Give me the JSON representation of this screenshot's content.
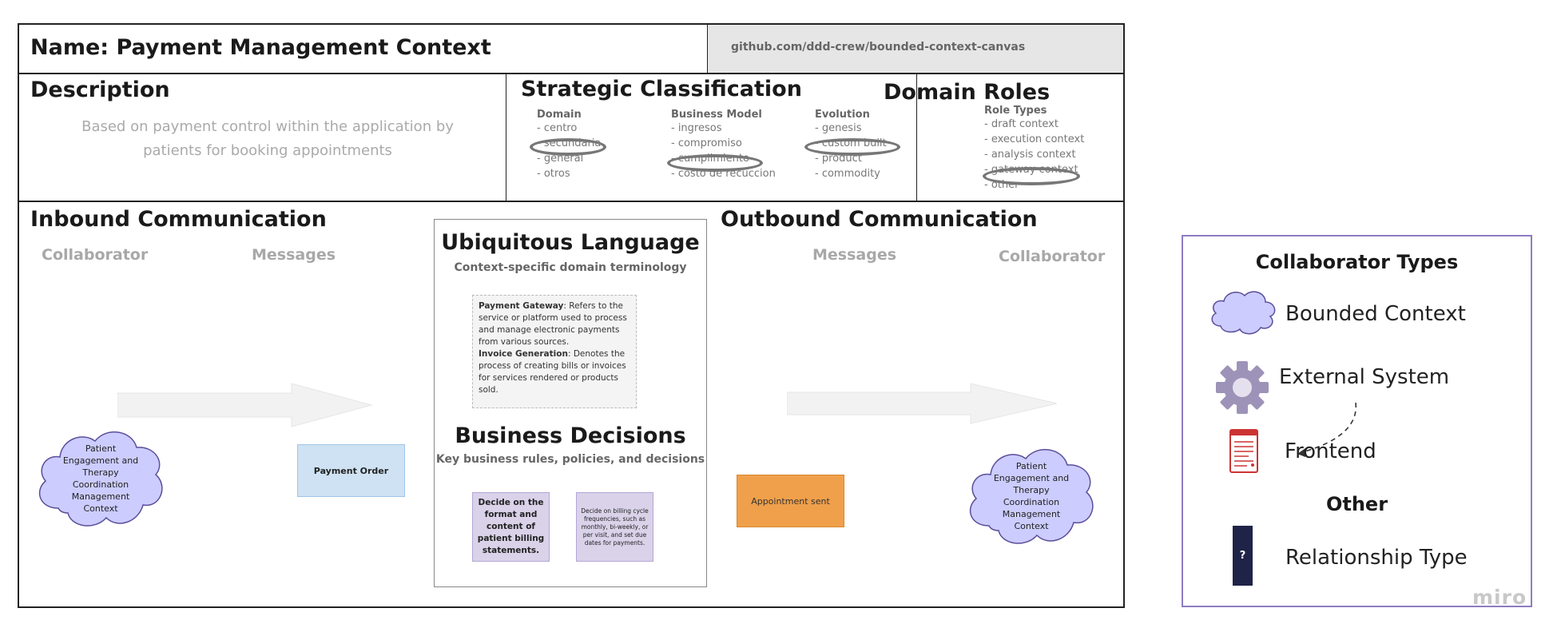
{
  "header": {
    "name_title": "Name: Payment Management Context",
    "github_link": "github.com/ddd-crew/bounded-context-canvas"
  },
  "description": {
    "title": "Description",
    "text": "Based on payment control within the application by patients for booking appointments"
  },
  "strategic": {
    "title": "Strategic Classification",
    "domain": {
      "head": "Domain",
      "items": [
        "- centro",
        "- secundaria",
        "- general",
        "- otros"
      ],
      "selected": "- secundaria"
    },
    "business_model": {
      "head": "Business Model",
      "items": [
        "- ingresos",
        "- compromiso",
        "- cumplimiento",
        "- costo de recuccion"
      ],
      "selected": "- cumplimiento"
    },
    "evolution": {
      "head": "Evolution",
      "items": [
        "- genesis",
        "- custom built",
        "- product",
        "- commodity"
      ],
      "selected": "- custom built"
    }
  },
  "domain_roles": {
    "title": "Domain Roles",
    "head": "Role Types",
    "items": [
      "- draft context",
      "- execution context",
      "- analysis context",
      "- gateway context",
      "- other"
    ],
    "selected": "- gateway context"
  },
  "inbound": {
    "title": "Inbound Communication",
    "collaborator_head": "Collaborator",
    "messages_head": "Messages",
    "collaborator": "Patient Engagement and Therapy Coordination Management Context",
    "message": "Payment Order"
  },
  "ubiquitous": {
    "title": "Ubiquitous Language",
    "subtitle": "Context-specific domain terminology",
    "terms": [
      {
        "term": "Payment Gateway",
        "definition": ": Refers to the service or platform used to process and manage electronic payments from various sources."
      },
      {
        "term": "Invoice Generation",
        "definition": ": Denotes the process of creating bills or invoices for services rendered or products sold."
      }
    ]
  },
  "decisions": {
    "title": "Business Decisions",
    "subtitle": "Key business rules, policies, and decisions",
    "items": [
      "Decide on the format and content of patient billing statements.",
      "Decide on billing cycle frequencies, such as monthly, bi-weekly, or per visit, and set due dates for payments."
    ]
  },
  "outbound": {
    "title": "Outbound Communication",
    "messages_head": "Messages",
    "collaborator_head": "Collaborator",
    "message": "Appointment sent",
    "collaborator": "Patient Engagement and Therapy Coordination Management Context"
  },
  "legend": {
    "title": "Collaborator Types",
    "bounded_context": "Bounded Context",
    "external_system": "External System",
    "frontend": "Frontend",
    "other_title": "Other",
    "relationship_type": "Relationship Type",
    "relationship_symbol": "?"
  },
  "watermark": "miro",
  "colors": {
    "cloud_fill": "#ccccff",
    "cloud_stroke": "#5b4e99",
    "message_blue": "#cfe2f3",
    "message_orange": "#f0a04b",
    "sticky_purple": "#d9d2e9",
    "legend_border": "#8e7cc3",
    "relationship_navy": "#1f2347",
    "frontend_red": "#cc3333"
  }
}
